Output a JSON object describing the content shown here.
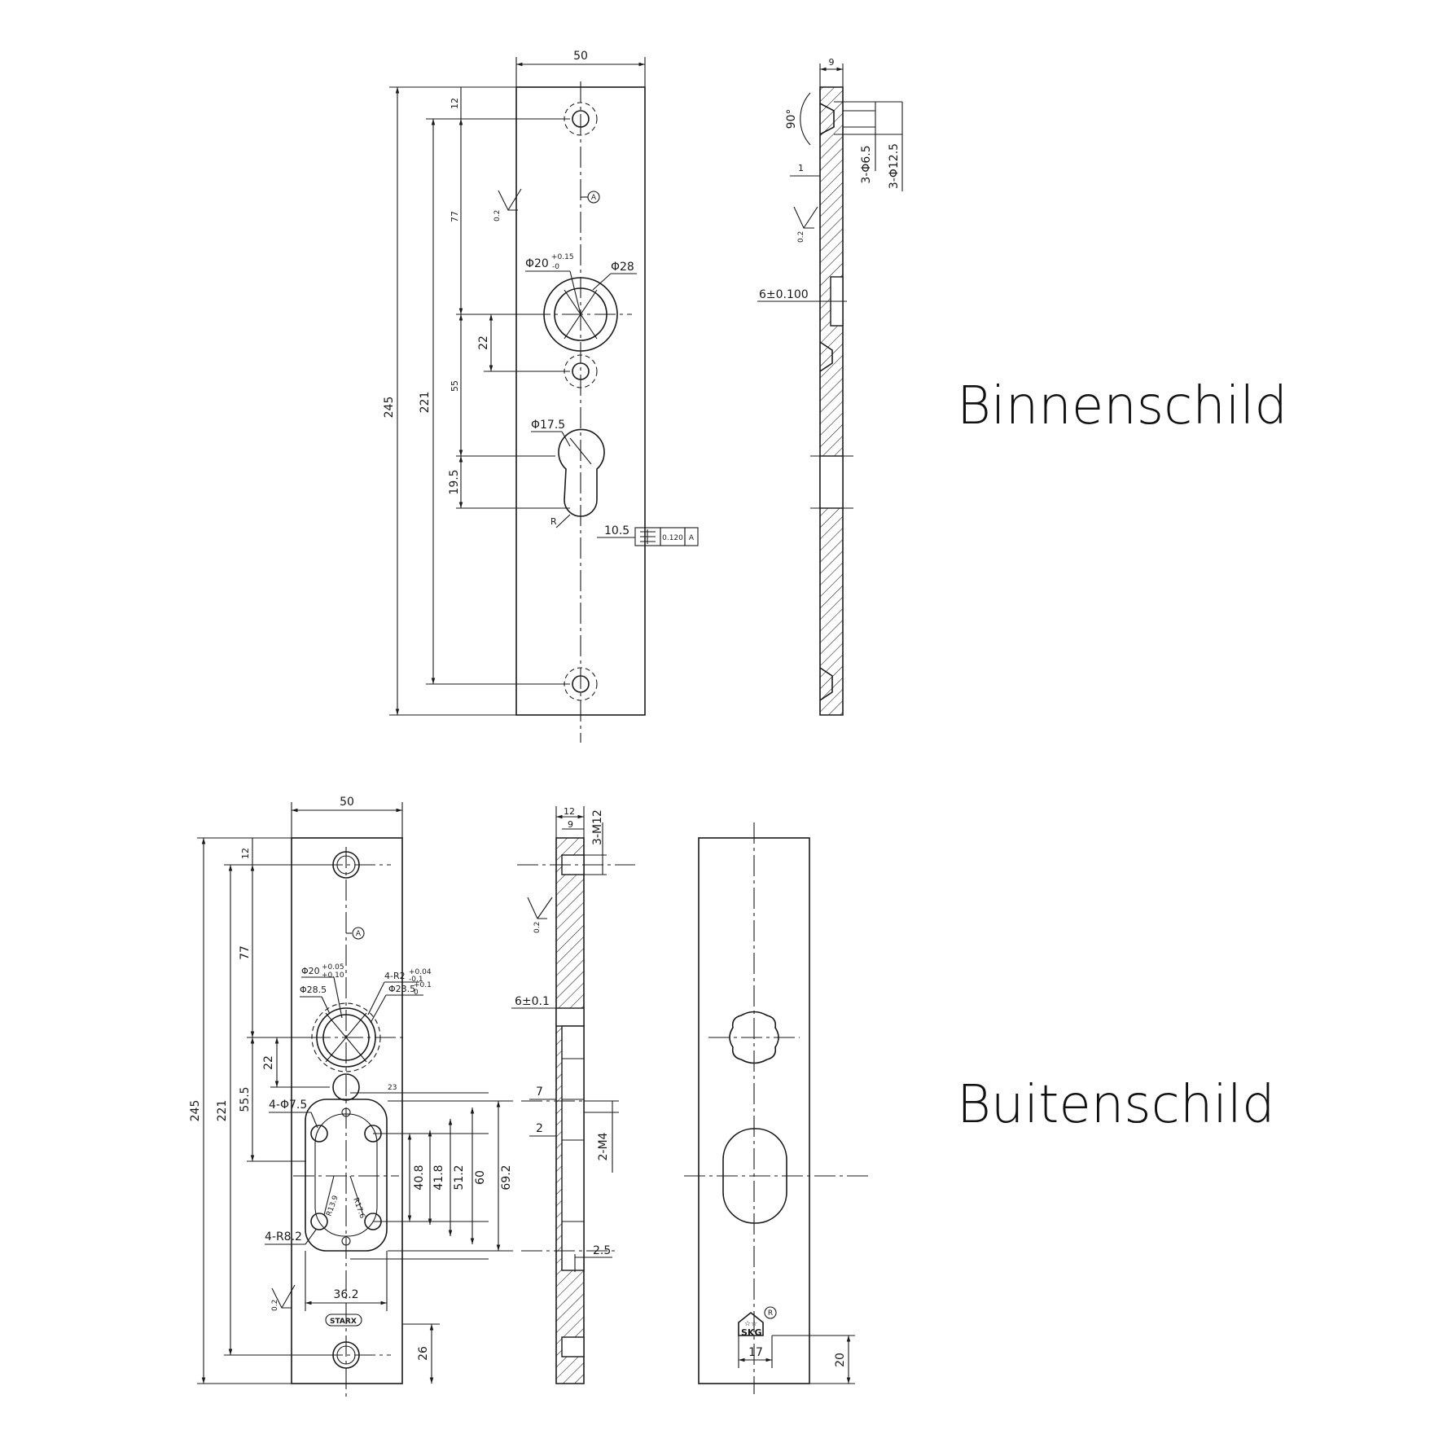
{
  "titles": {
    "inner": "Binnenschild",
    "outer": "Buitenschild"
  },
  "inner_front": {
    "width": "50",
    "total_height": "245",
    "hole_spacing": "221",
    "top_offset": "12",
    "to_spindle": "77",
    "spindle_to_hole": "22",
    "spindle_to_cyl": "55",
    "cyl_to_bottom": "19.5",
    "spindle_inner": "Φ20",
    "spindle_tol": "+0.15",
    "spindle_tol2": "-0",
    "spindle_outer": "Φ28",
    "cyl_dia": "Φ17.5",
    "cyl_slot": "10.5",
    "radius": "R",
    "roughness": "0.2",
    "datum": "A",
    "tolerance_value": "0.120",
    "tolerance_ref": "A"
  },
  "inner_side": {
    "thickness": "9",
    "angle": "90°",
    "step": "1",
    "hole_small": "3-Φ6.5",
    "hole_large": "3-Φ12.5",
    "roughness": "0.2",
    "boss": "6±0.100"
  },
  "outer_front": {
    "width": "50",
    "total_height": "245",
    "hole_spacing": "221",
    "top_offset": "12",
    "to_spindle": "77",
    "spindle_to_hole": "22",
    "spindle_to_cyl": "55.5",
    "bottom_offset": "26",
    "spindle_inner": "Φ20",
    "spindle_tol": "+0.05",
    "spindle_tol2": "+0.10",
    "spindle_ring": "Φ28.5",
    "notch": "4-R2",
    "notch_tol": "+0.04",
    "notch_tol2": "-0.1",
    "spindle_outer": "Φ23.5",
    "outer_tol": "+0.1",
    "outer_tol2": "0",
    "hole_4": "4-Φ7.5",
    "corner_r": "4-R8.2",
    "r_small": "R13.9",
    "r_large": "R17.6",
    "d23": "23",
    "d408": "40.8",
    "d418": "41.8",
    "d512": "51.2",
    "d60": "60",
    "d692": "69.2",
    "d362": "36.2",
    "roughness": "0.2",
    "datum": "A",
    "brand": "STARX"
  },
  "outer_side": {
    "d12": "12",
    "d9": "9",
    "thread": "3-M12",
    "roughness": "0.2",
    "boss": "6±0.1",
    "d7": "7",
    "d2": "2",
    "thread2": "2-M4",
    "d25": "2.5"
  },
  "outer_back": {
    "mark": "SKG",
    "registered": "R",
    "d17": "17",
    "d20": "20"
  }
}
